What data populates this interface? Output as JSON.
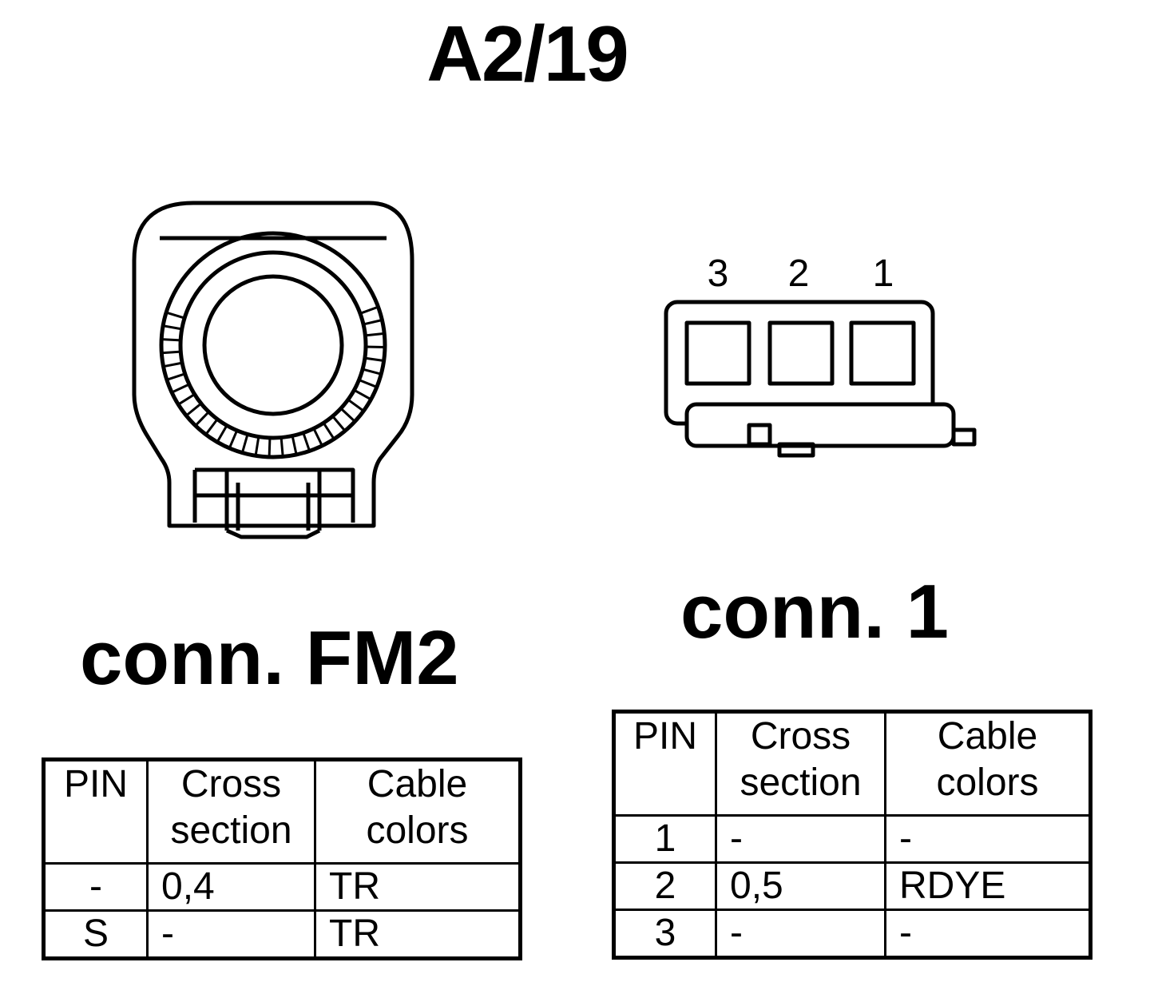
{
  "title": "A2/19",
  "connectors": [
    {
      "label": "conn. FM2",
      "headers": {
        "pin": "PIN",
        "cross_l1": "Cross",
        "cross_l2": "section",
        "cable_l1": "Cable",
        "cable_l2": "colors"
      },
      "rows": [
        {
          "pin": "-",
          "cross": "0,4",
          "color": "TR"
        },
        {
          "pin": "S",
          "cross": "-",
          "color": "TR"
        }
      ]
    },
    {
      "label": "conn. 1",
      "pin_numbers": [
        "3",
        "2",
        "1"
      ],
      "headers": {
        "pin": "PIN",
        "cross_l1": "Cross",
        "cross_l2": "section",
        "cable_l1": "Cable",
        "cable_l2": "colors"
      },
      "rows": [
        {
          "pin": "1",
          "cross": "-",
          "color": "-"
        },
        {
          "pin": "2",
          "cross": "0,5",
          "color": "RDYE"
        },
        {
          "pin": "3",
          "cross": "-",
          "color": "-"
        }
      ]
    }
  ]
}
